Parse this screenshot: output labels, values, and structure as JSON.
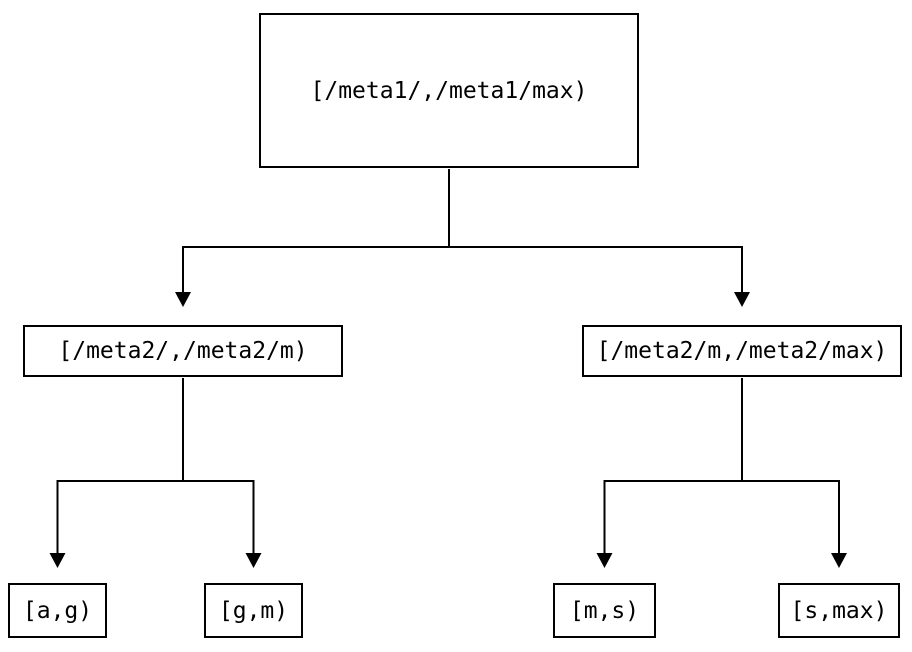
{
  "diagram": {
    "type": "binary-tree",
    "background_color": "#ffffff",
    "line_color": "#000000",
    "text_color": "#000000",
    "nodes": {
      "root": {
        "label": "[/meta1/,/meta1/max)"
      },
      "left": {
        "label": "[/meta2/,/meta2/m)"
      },
      "right": {
        "label": "[/meta2/m,/meta2/max)"
      },
      "left_left": {
        "label": "[a,g)"
      },
      "left_right": {
        "label": "[g,m)"
      },
      "right_left": {
        "label": "[m,s)"
      },
      "right_right": {
        "label": "[s,max)"
      }
    },
    "edges": [
      {
        "from": "root",
        "to": "left"
      },
      {
        "from": "root",
        "to": "right"
      },
      {
        "from": "left",
        "to": "left_left"
      },
      {
        "from": "left",
        "to": "left_right"
      },
      {
        "from": "right",
        "to": "right_left"
      },
      {
        "from": "right",
        "to": "right_right"
      }
    ]
  }
}
